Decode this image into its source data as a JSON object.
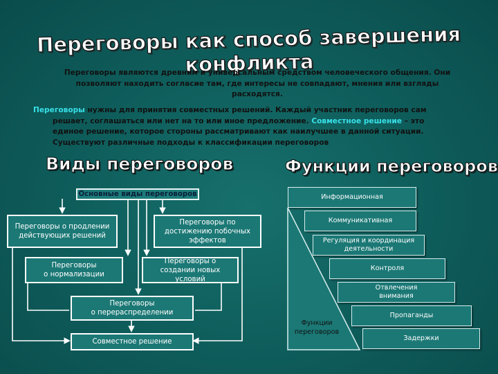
{
  "title": "Переговоры как способ завершения конфликта",
  "intro": {
    "p1_line1": "Переговоры являются древним и универсальным средством человеческого общения. Они",
    "p1_line2": "позволяют находить согласие там, где интересы не совпадают, мнения или взгляды",
    "p1_line3": "расходятся.",
    "p2_hl1": "Переговоры",
    "p2_line1_rest": " нужны для принятия совместных решений. Каждый участник переговоров сам",
    "p2_line2": "решает, соглашаться или нет на то или иное предложение.",
    "p2_hl2": "Совместное решение",
    "p2_line2_rest": " – это",
    "p2_line3": "единое решение, которое стороны рассматривают как наилучшее в данной ситуации.",
    "p2_line4": "Существуют различные подходы к классификации переговоров"
  },
  "types": {
    "heading": "Виды переговоров",
    "main": "Основные виды переговоров",
    "prolong": "Переговоры о продлении действующих решений",
    "side_effects": "Переговоры по достижению побочных эффектов",
    "normalization_l1": "Переговоры",
    "normalization_l2": "о нормализации",
    "new_conditions": "Переговоры о создании новых условий",
    "redistribution_l1": "Переговоры",
    "redistribution_l2": "о перераспределении",
    "joint": "Совместное решение"
  },
  "functions": {
    "heading": "Функции переговоров",
    "info": "Информационная",
    "comm": "Коммуникативная",
    "regulation": "Регуляция и координация деятельности",
    "control": "Контроля",
    "distraction": "Отвлечения внимания",
    "propaganda": "Пропаганды",
    "delay": "Задержки",
    "triangle_label_l1": "Функции",
    "triangle_label_l2": "переговоров"
  }
}
